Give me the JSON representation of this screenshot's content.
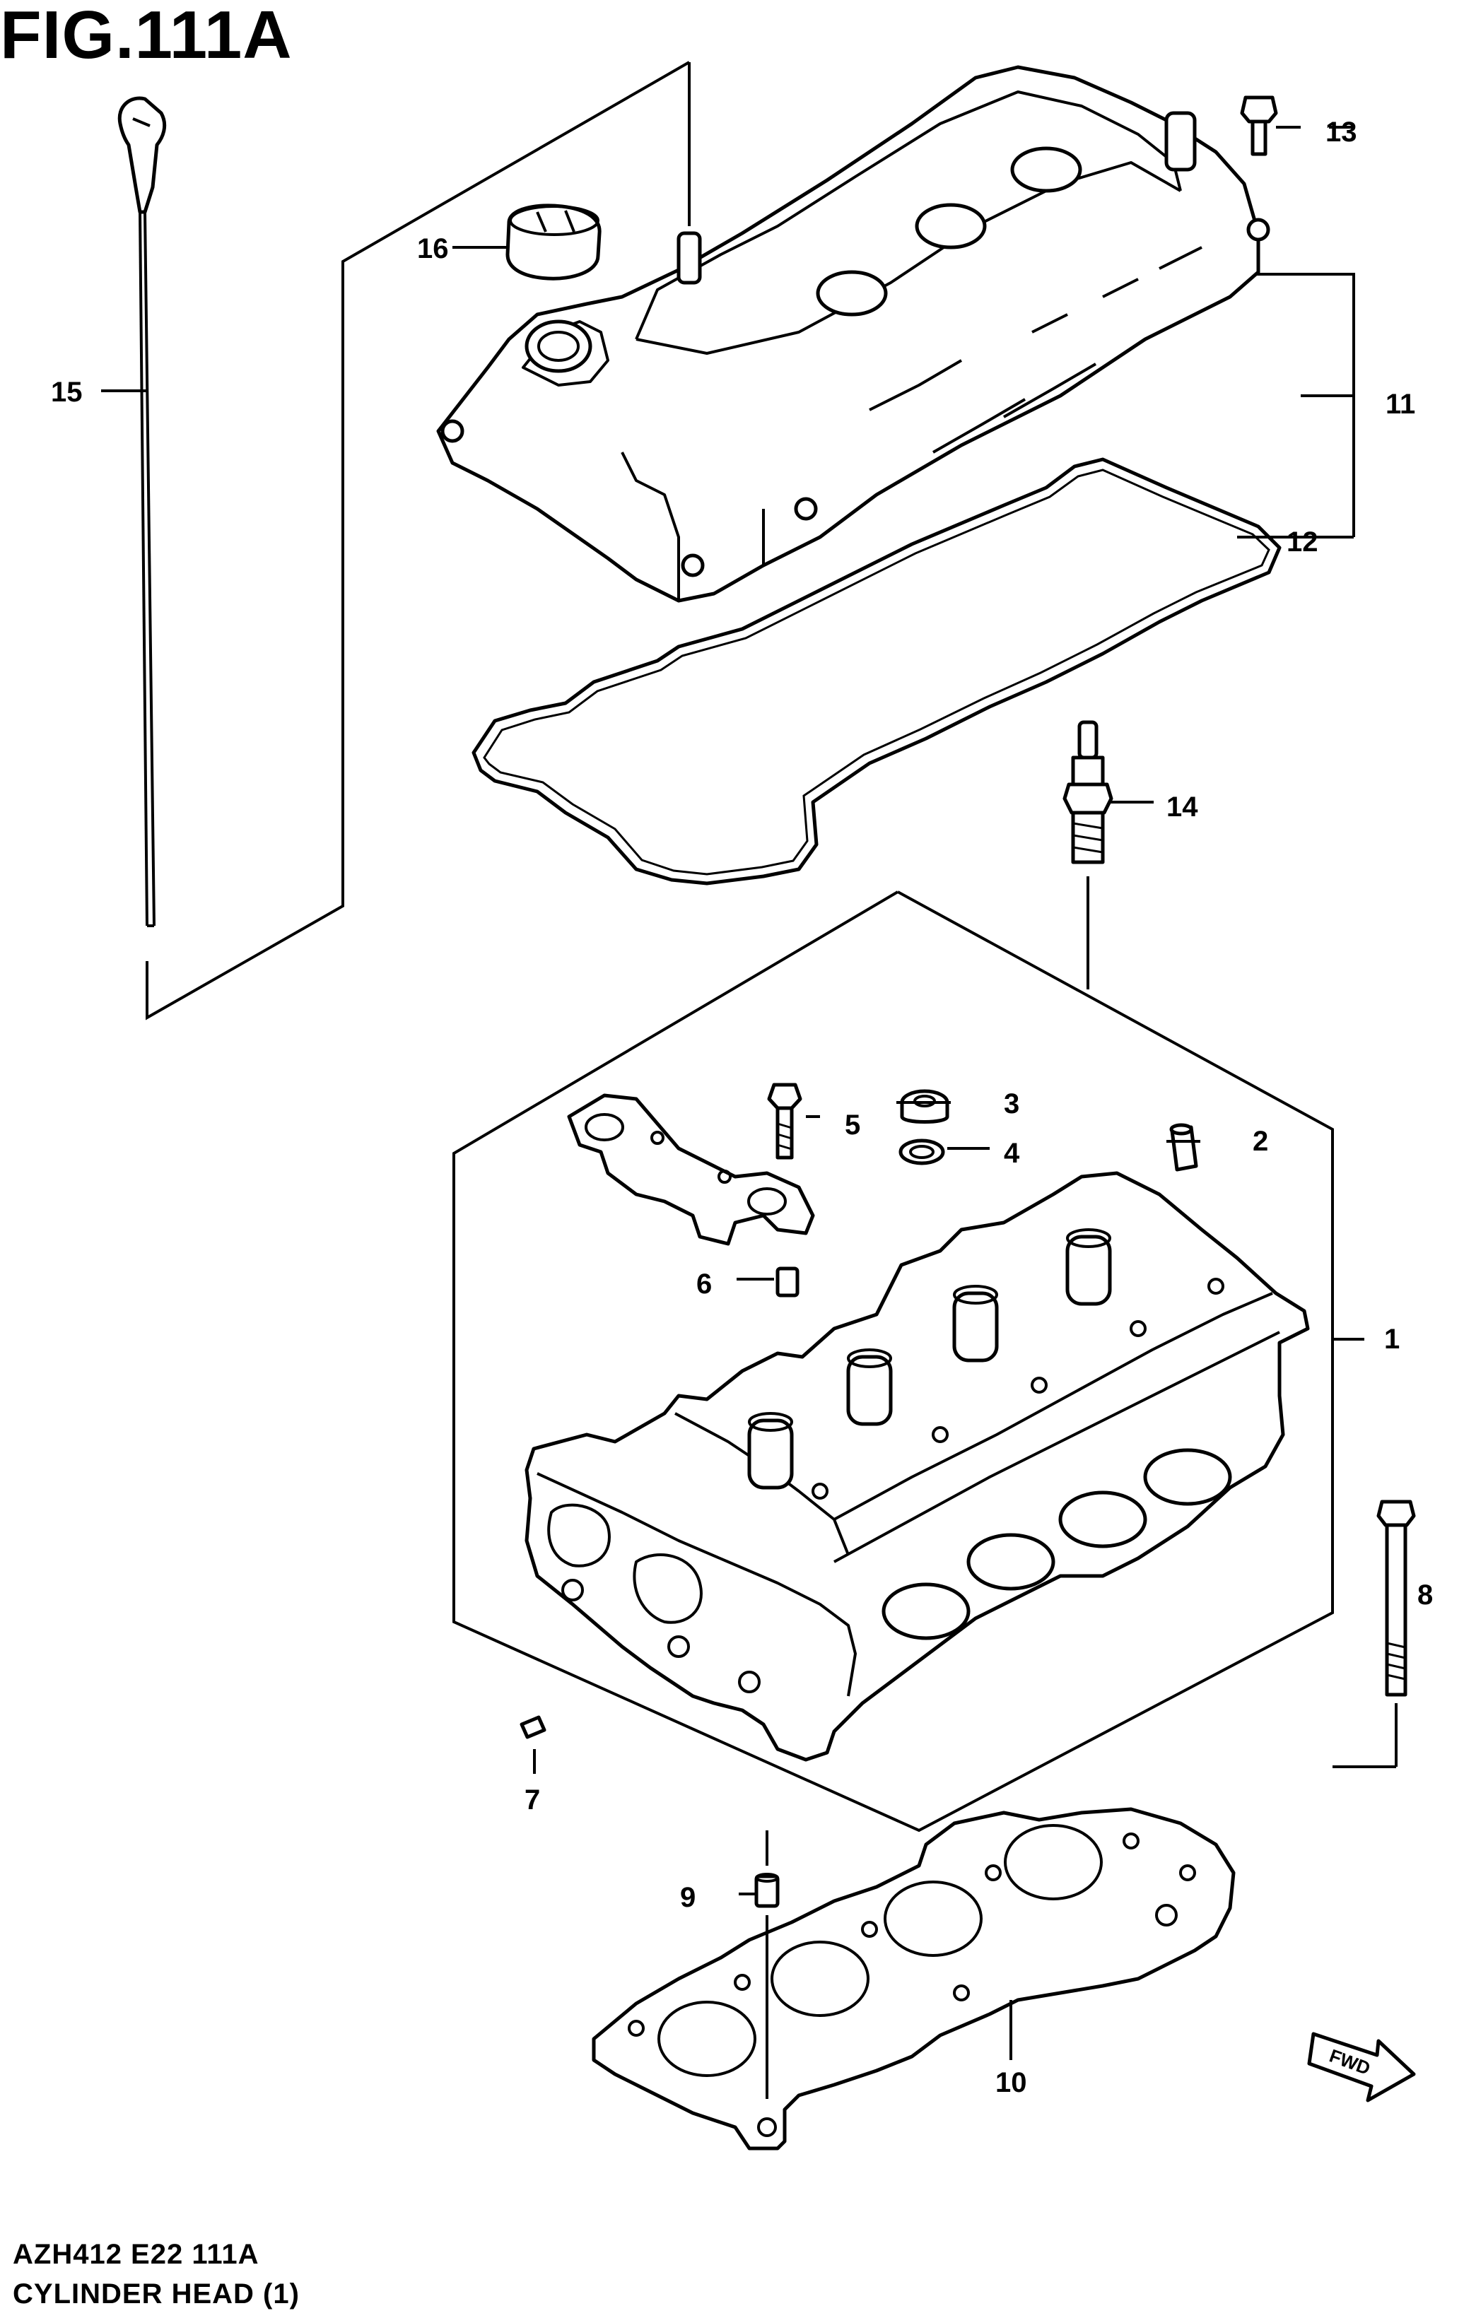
{
  "figure": {
    "title": "FIG.111A",
    "code": "AZH412 E22 111A",
    "name": "CYLINDER HEAD (1)"
  },
  "callouts": [
    {
      "id": "1",
      "label": "1"
    },
    {
      "id": "2",
      "label": "2"
    },
    {
      "id": "3",
      "label": "3"
    },
    {
      "id": "4",
      "label": "4"
    },
    {
      "id": "5",
      "label": "5"
    },
    {
      "id": "6",
      "label": "6"
    },
    {
      "id": "7",
      "label": "7"
    },
    {
      "id": "8",
      "label": "8"
    },
    {
      "id": "9",
      "label": "9"
    },
    {
      "id": "10",
      "label": "10"
    },
    {
      "id": "11",
      "label": "11"
    },
    {
      "id": "12",
      "label": "12"
    },
    {
      "id": "13",
      "label": "13"
    },
    {
      "id": "14",
      "label": "14"
    },
    {
      "id": "15",
      "label": "15"
    },
    {
      "id": "16",
      "label": "16"
    }
  ],
  "fwd_badge": "FWD"
}
